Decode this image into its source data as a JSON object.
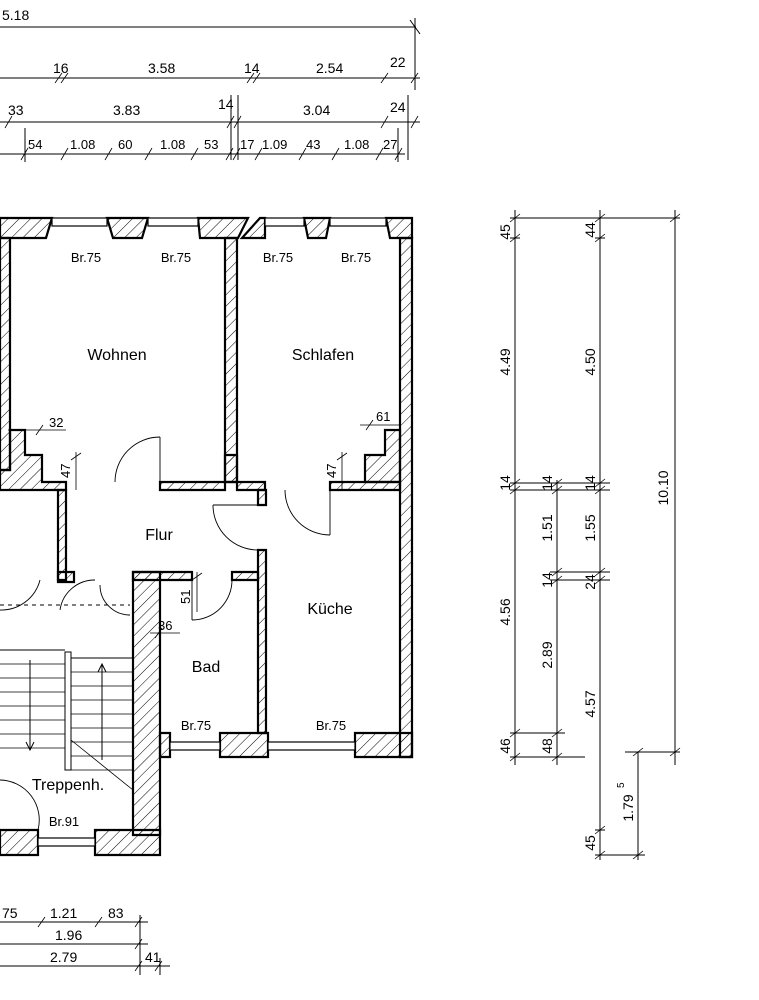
{
  "rooms": {
    "wohnen": "Wohnen",
    "schlafen": "Schlafen",
    "flur": "Flur",
    "kueche": "Küche",
    "bad": "Bad",
    "treppenhaus": "Treppenh."
  },
  "openings": {
    "w1": "Br.75",
    "w2": "Br.75",
    "w3": "Br.75",
    "w4": "Br.75",
    "bad": "Br.75",
    "kueche": "Br.75",
    "treppe": "Br.91"
  },
  "top_dims": {
    "row1": [
      "5.18"
    ],
    "row2": [
      "16",
      "3.58",
      "14",
      "2.54",
      "22"
    ],
    "row3": [
      "33",
      "3.83",
      "14",
      "3.04",
      "24"
    ],
    "row4": [
      "54",
      "1.08",
      "60",
      "1.08",
      "53",
      "17",
      "1.09",
      "43",
      "1.08",
      "27"
    ]
  },
  "inner_dims": {
    "d32": "32",
    "d61": "61",
    "d47a": "47",
    "d47b": "47",
    "d51": "51",
    "d36": "36"
  },
  "right_dims": {
    "col1": [
      "45",
      "4.49",
      "14",
      "4.56",
      "46"
    ],
    "col2": [
      "14",
      "1.51",
      "14",
      "2.89",
      "48"
    ],
    "col3": [
      "44",
      "4.50",
      "14",
      "1.55",
      "24",
      "4.57",
      "45",
      "1.79"
    ],
    "col3_sup": "5",
    "total": "10.10"
  },
  "bottom_dims": {
    "row1": [
      "75",
      "1.21",
      "83"
    ],
    "row2": [
      "1.96"
    ],
    "row3": [
      "2.79",
      "41"
    ]
  }
}
